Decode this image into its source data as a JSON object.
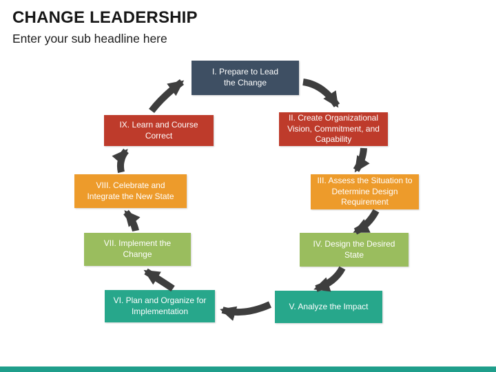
{
  "slide": {
    "title": "CHANGE LEADERSHIP",
    "subtitle": "Enter your sub headline here",
    "accent_bar_color": "#1F9E8B"
  },
  "diagram": {
    "type": "cycle",
    "arrow_color": "#3E3E3E",
    "steps": [
      {
        "label": "I. Prepare to Lead\nthe Change",
        "color": "#3E4F63"
      },
      {
        "label": "II. Create Organizational\nVision, Commitment, and\nCapability",
        "color": "#BE3B2B"
      },
      {
        "label": "III. Assess the Situation to\nDetermine Design\nRequirement",
        "color": "#ED9B2B"
      },
      {
        "label": "IV. Design the Desired\nState",
        "color": "#9ABD5E"
      },
      {
        "label": "V. Analyze the Impact",
        "color": "#27A78B"
      },
      {
        "label": "VI. Plan and Organize for\nImplementation",
        "color": "#27A78B"
      },
      {
        "label": "VII. Implement the\nChange",
        "color": "#9ABD5E"
      },
      {
        "label": "VIII. Celebrate and\nIntegrate the New State",
        "color": "#ED9B2B"
      },
      {
        "label": "IX. Learn and Course\nCorrect",
        "color": "#BE3B2B"
      }
    ]
  }
}
